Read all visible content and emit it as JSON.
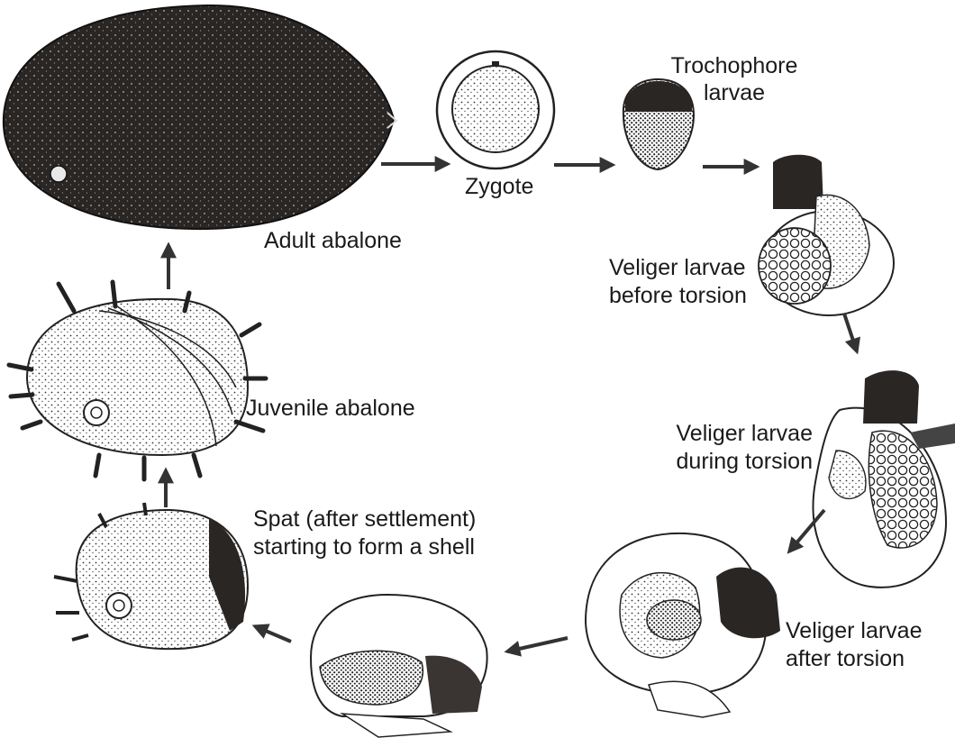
{
  "labels": {
    "adult": "Adult abalone",
    "zygote": "Zygote",
    "trochophore_1": "Trochophore",
    "trochophore_2": "larvae",
    "veliger_before_1": "Veliger larvae",
    "veliger_before_2": "before torsion",
    "veliger_during_1": "Veliger larvae",
    "veliger_during_2": "during torsion",
    "veliger_after_1": "Veliger larvae",
    "veliger_after_2": "after torsion",
    "spat_1": "Spat (after settlement)",
    "spat_2": "starting to form a shell",
    "juvenile": "Juvenile abalone"
  },
  "colors": {
    "ink": "#1a1a1a",
    "dark_fill": "#2a2624",
    "paper": "#ffffff"
  }
}
